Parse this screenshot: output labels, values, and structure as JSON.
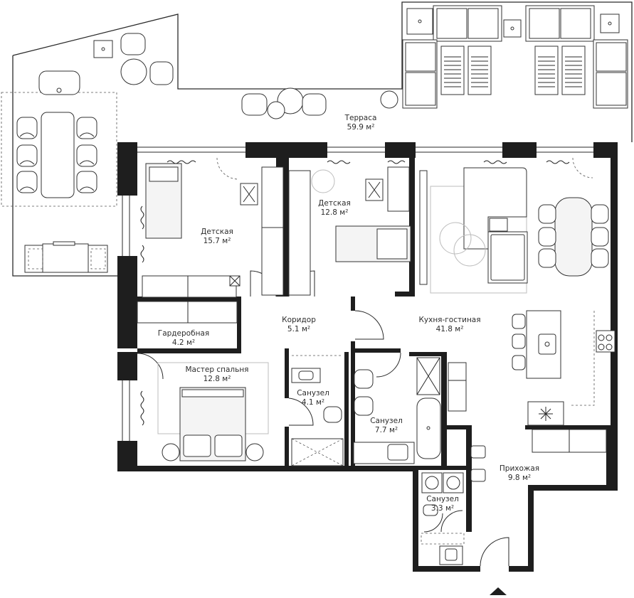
{
  "rooms": [
    {
      "id": "terrace",
      "name": "Терраса",
      "area": "59.9 м²"
    },
    {
      "id": "kids1",
      "name": "Детская",
      "area": "15.7 м²"
    },
    {
      "id": "kids2",
      "name": "Детская",
      "area": "12.8 м²"
    },
    {
      "id": "corridor",
      "name": "Коридор",
      "area": "5.1 м²"
    },
    {
      "id": "kitchen",
      "name": "Кухня-гостиная",
      "area": "41.8 м²"
    },
    {
      "id": "wardrobe",
      "name": "Гардеробная",
      "area": "4.2 м²"
    },
    {
      "id": "master",
      "name": "Мастер спальня",
      "area": "12.8 м²"
    },
    {
      "id": "bath1",
      "name": "Санузел",
      "area": "4.1 м²"
    },
    {
      "id": "bath2",
      "name": "Санузел",
      "area": "7.7 м²"
    },
    {
      "id": "hall",
      "name": "Прихожая",
      "area": "9.8 м²"
    },
    {
      "id": "bath3",
      "name": "Санузел",
      "area": "3.3 м²"
    }
  ],
  "icons": {
    "entrance": "entrance-arrow-icon",
    "chair": "chair-icon",
    "table": "table-icon",
    "bed": "bed-icon",
    "sofa": "sofa-icon",
    "toilet": "toilet-icon",
    "bathtub": "bathtub-icon",
    "shower": "shower-icon",
    "sink": "sink-icon",
    "stove": "stove-icon",
    "washer": "washing-machine-icon"
  }
}
